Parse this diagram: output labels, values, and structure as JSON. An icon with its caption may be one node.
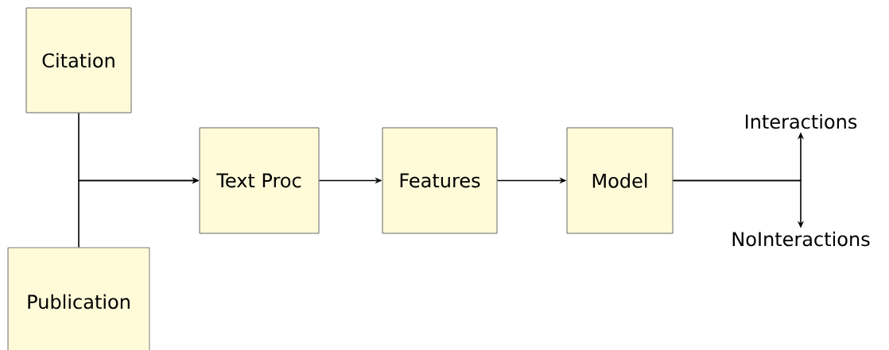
{
  "diagram": {
    "nodes": [
      {
        "text": [
          "Citation"
        ]
      },
      {
        "text": [
          "Publication"
        ]
      },
      {
        "text": [
          "Text Proc"
        ]
      },
      {
        "text": [
          "Features"
        ]
      },
      {
        "text": [
          "Model"
        ]
      },
      {
        "text": [
          "Interactions"
        ]
      },
      {
        "text": [
          "NoInteractions"
        ]
      }
    ],
    "edges": [
      {
        "from": 0,
        "to": 2,
        "arrow": "to"
      },
      {
        "from": 1,
        "to": 2,
        "arrow": "to"
      },
      {
        "from": 2,
        "to": 3,
        "arrow": "to"
      },
      {
        "from": 3,
        "to": 4,
        "arrow": "to"
      },
      {
        "from": 4,
        "to": 5,
        "arrow": "to"
      },
      {
        "from": 4,
        "to": 6,
        "arrow": "to"
      }
    ]
  }
}
